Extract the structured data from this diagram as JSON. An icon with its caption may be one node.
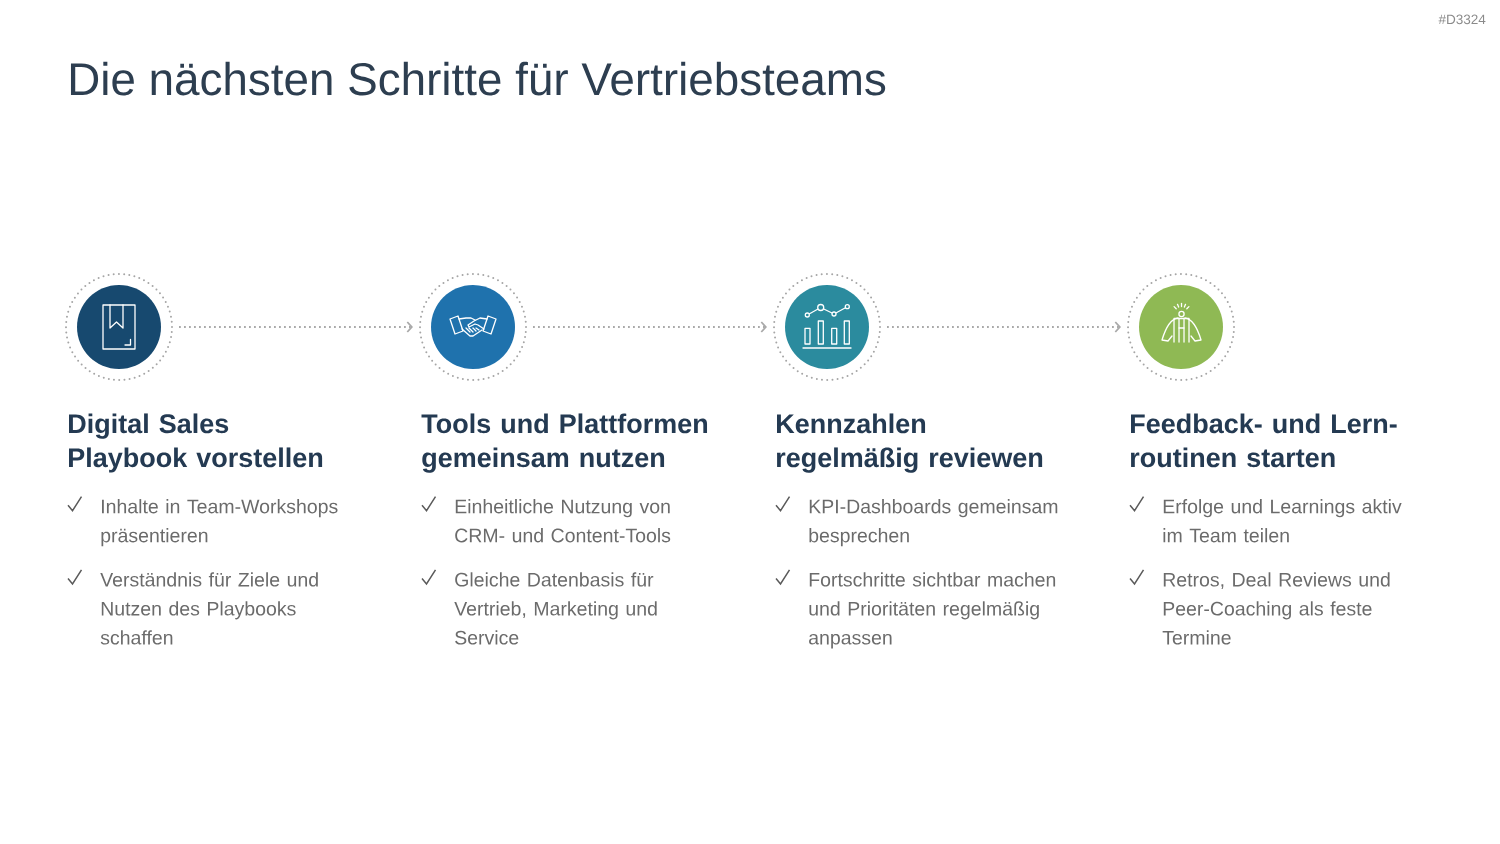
{
  "diagram": {
    "title": "Die nächsten Schritte für Vertriebsteams",
    "nodes": [
      {
        "text": [
          "Digital Sales Playbook vorstellen",
          "Inhalte in Team-Workshops präsentieren",
          "Verständnis für Ziele und Nutzen des Playbooks schaffen"
        ]
      },
      {
        "text": [
          "Tools und Plattformen gemeinsam nutzen",
          "Einheitliche Nutzung von CRM- und Content-Tools",
          "Gleiche Datenbasis für Vertrieb, Marketing und Service"
        ]
      },
      {
        "text": [
          "Kennzahlen regelmäßig reviewen",
          "KPI-Dashboards gemeinsam besprechen",
          "Fortschritte sichtbar machen und Prioritäten regelmäßig anpassen"
        ]
      },
      {
        "text": [
          "Feedback- und Lern-routinen starten",
          "Erfolge und Learnings aktiv im Team teilen",
          "Retros, Deal Reviews und Peer-Coaching als feste Termine"
        ]
      }
    ],
    "edges": [
      {
        "from": 0,
        "to": 1,
        "arrow": "to",
        "style": "dashed"
      },
      {
        "from": 1,
        "to": 2,
        "arrow": "to",
        "style": "dashed"
      },
      {
        "from": 2,
        "to": 3,
        "arrow": "to",
        "style": "dashed"
      }
    ],
    "labels": [
      "#D3324"
    ]
  }
}
